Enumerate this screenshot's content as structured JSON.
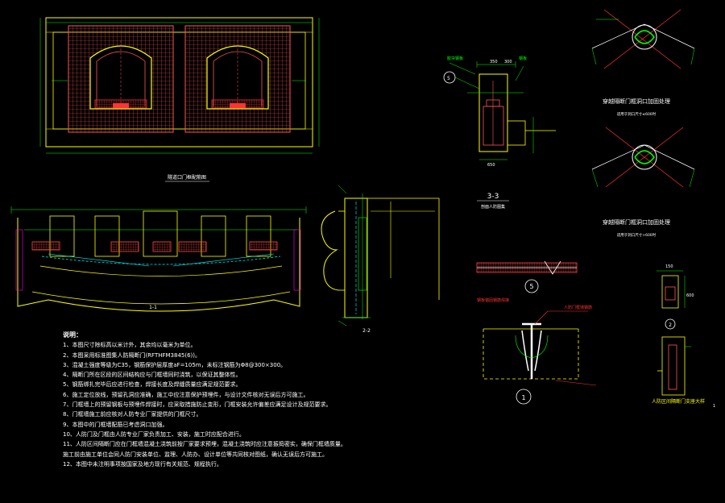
{
  "colors": {
    "background": "#000000",
    "structure": "#ffff00",
    "rebar": "#ff5555",
    "dims": "#00ff00",
    "accent": "#ff00ff",
    "text": "#ffffff",
    "cyan": "#00ffff"
  },
  "drawing": {
    "elevation_title": "隧道口门框配筋图",
    "section_1_1": "1-1",
    "section_2_2": "2-2",
    "section_3_3": "3-3",
    "section_3_3_sub": "剖面人防图集",
    "detail_5": "5",
    "detail_1": "1",
    "detail_2": "2",
    "dim_350": "350",
    "dim_300": "300",
    "dim_650": "650",
    "dim_600": "600",
    "dim_150": "150",
    "callout_top": "胶块钢板",
    "callout_bolt": "钢板",
    "note_red_1": "钢板锚固钢筋焊接",
    "note_red_2": "人防门框墙钢筋",
    "corner_title_1": "穿越隔断门框洞口加固处理",
    "corner_sub_1": "适用于洞口尺寸≤600时",
    "corner_title_2": "穿越隔断门框洞口加固处理",
    "corner_sub_2": "适用于洞口尺寸>600时",
    "anchor_title": "人防区间隔断门支座大样",
    "page_mark": "1"
  },
  "notes": {
    "heading": "说明：",
    "items": [
      "1、本图尺寸除标高以米计外，其余均以毫米为单位。",
      "2、本图采用标准图集人防隔断门(RFTHFM3845(6))。",
      "3、混凝土强度等级为C35，钢筋保护层厚度aF=105m，未标注钢筋为Φ8@300×300。",
      "4、隔断门所在区段的区间结构应与门框墙同时浇筑，以保证其整体性。",
      "5、钢筋绑扎完毕后应进行检查，焊接长度及焊缝质量应满足规范要求。",
      "6、施工定位放线，预留孔洞应准确，施工中应注意保护预埋件，与设计文件核对无误后方可施工。",
      "7、门框墙上的预留钢板与预埋件焊接时，应采取措施防止变形，门框安装允许偏差应满足设计及规范要求。",
      "8、门框墙施工前应核对人防专业厂家提供的门框尺寸。",
      "9、本图中的门框墙配筋已考虑洞口加强。",
      "10、人防门及门框由人防专业厂家负责加工、安装，施工时应配合进行。",
      "11、人防区间隔断门应在门框墙混凝土浇筑前按厂家要求预埋，混凝土浇筑时应注意振捣密实，确保门框墙质量。",
      "    施工前由施工单位会同人防门安装单位、监理、人防办、设计单位等共同核对图纸，确认无误后方可施工。",
      "12、本图中未注明事项按国家及地方现行有关规范、规程执行。"
    ]
  }
}
